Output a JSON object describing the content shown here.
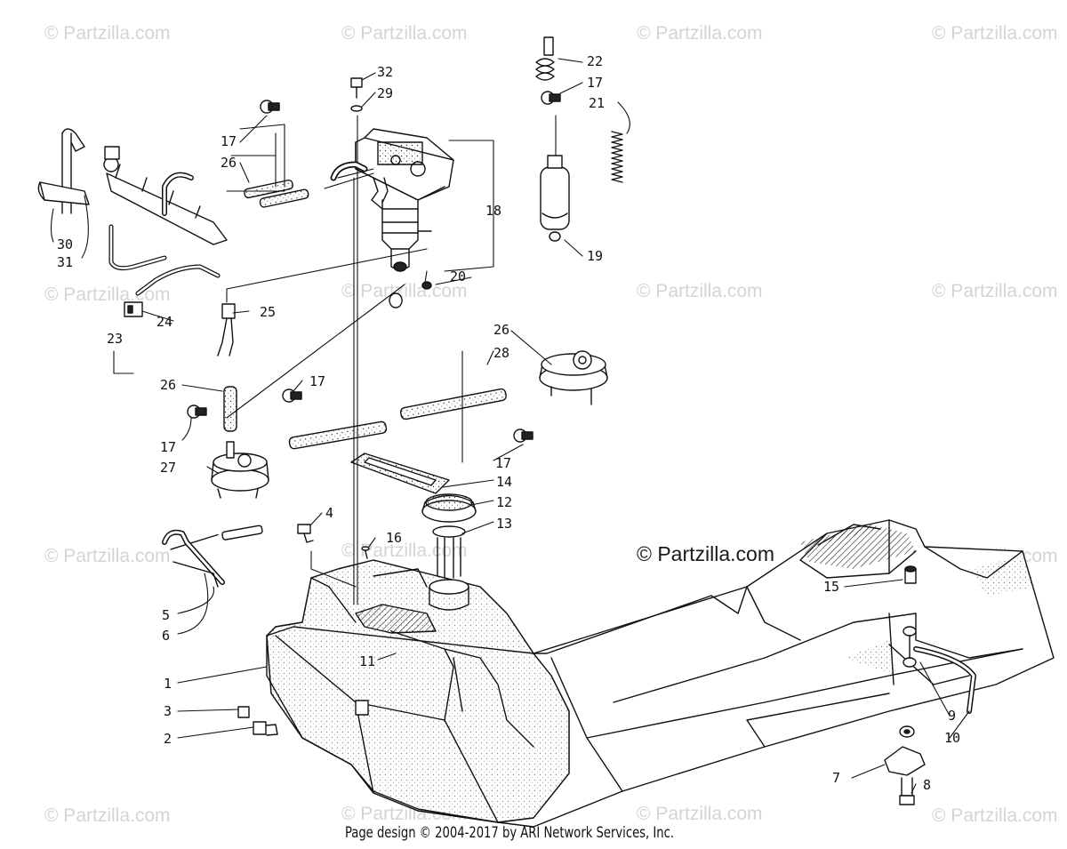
{
  "watermark": "© Partzilla.com",
  "watermark_main": "© Partzilla.com",
  "footer": "Page design © 2004-2017 by ARI Network Services, Inc.",
  "callouts": {
    "c1": "1",
    "c2": "2",
    "c3": "3",
    "c4": "4",
    "c5": "5",
    "c6": "6",
    "c7": "7",
    "c8": "8",
    "c9": "9",
    "c10": "10",
    "c11": "11",
    "c12": "12",
    "c13": "13",
    "c14": "14",
    "c15": "15",
    "c16": "16",
    "c17a": "17",
    "c17b": "17",
    "c17c": "17",
    "c17d": "17",
    "c17e": "17",
    "c18": "18",
    "c19": "19",
    "c20": "20",
    "c21": "21",
    "c22": "22",
    "c23": "23",
    "c24": "24",
    "c25": "25",
    "c26a": "26",
    "c26b": "26",
    "c26c": "26",
    "c27": "27",
    "c28": "28",
    "c29": "29",
    "c30": "30",
    "c31": "31",
    "c32": "32"
  }
}
